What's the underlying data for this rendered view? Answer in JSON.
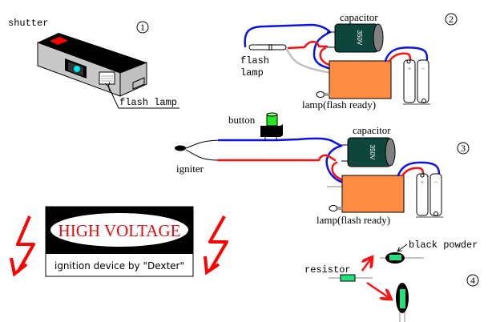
{
  "panel1": {
    "number": "1",
    "shutter_label": "shutter",
    "flash_lamp_label": "flash lamp"
  },
  "panel2": {
    "number": "2",
    "capacitor_label": "capacitor",
    "capacitor_value": "350V",
    "flash_label_1": "flash",
    "flash_label_2": "lamp",
    "lamp_label": "lamp(flash ready)",
    "battery_plus": "+",
    "battery_minus": "−"
  },
  "panel3": {
    "number": "3",
    "button_label": "button",
    "igniter_label": "igniter",
    "capacitor_label": "capacitor",
    "capacitor_value": "350V",
    "lamp_label": "lamp(flash ready)",
    "battery_plus": "+",
    "battery_minus": "−"
  },
  "sign": {
    "title": "HIGH VOLTAGE",
    "subtitle": "ignition device by \"Dexter\""
  },
  "panel4": {
    "number": "4",
    "resistor_label": "resistor",
    "powder_label": "black powder"
  },
  "colors": {
    "wire_blue": "#0a14e6",
    "wire_red": "#ff1010",
    "capacitor": "#0e463e",
    "circuit_board": "#ff8c42",
    "bolt": "#ff0000",
    "resistor": "#22e07a"
  }
}
